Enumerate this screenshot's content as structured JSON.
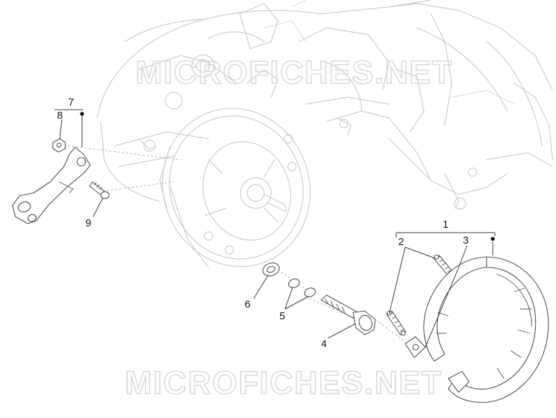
{
  "watermark": {
    "top_text": "MICROFICHES.NET",
    "bottom_text": "MICROFICHES.NET"
  },
  "callouts": {
    "c1": "1",
    "c2": "2",
    "c3": "3",
    "c4": "4",
    "c5": "5",
    "c6": "6",
    "c7": "7",
    "c8": "8",
    "c9": "9"
  }
}
